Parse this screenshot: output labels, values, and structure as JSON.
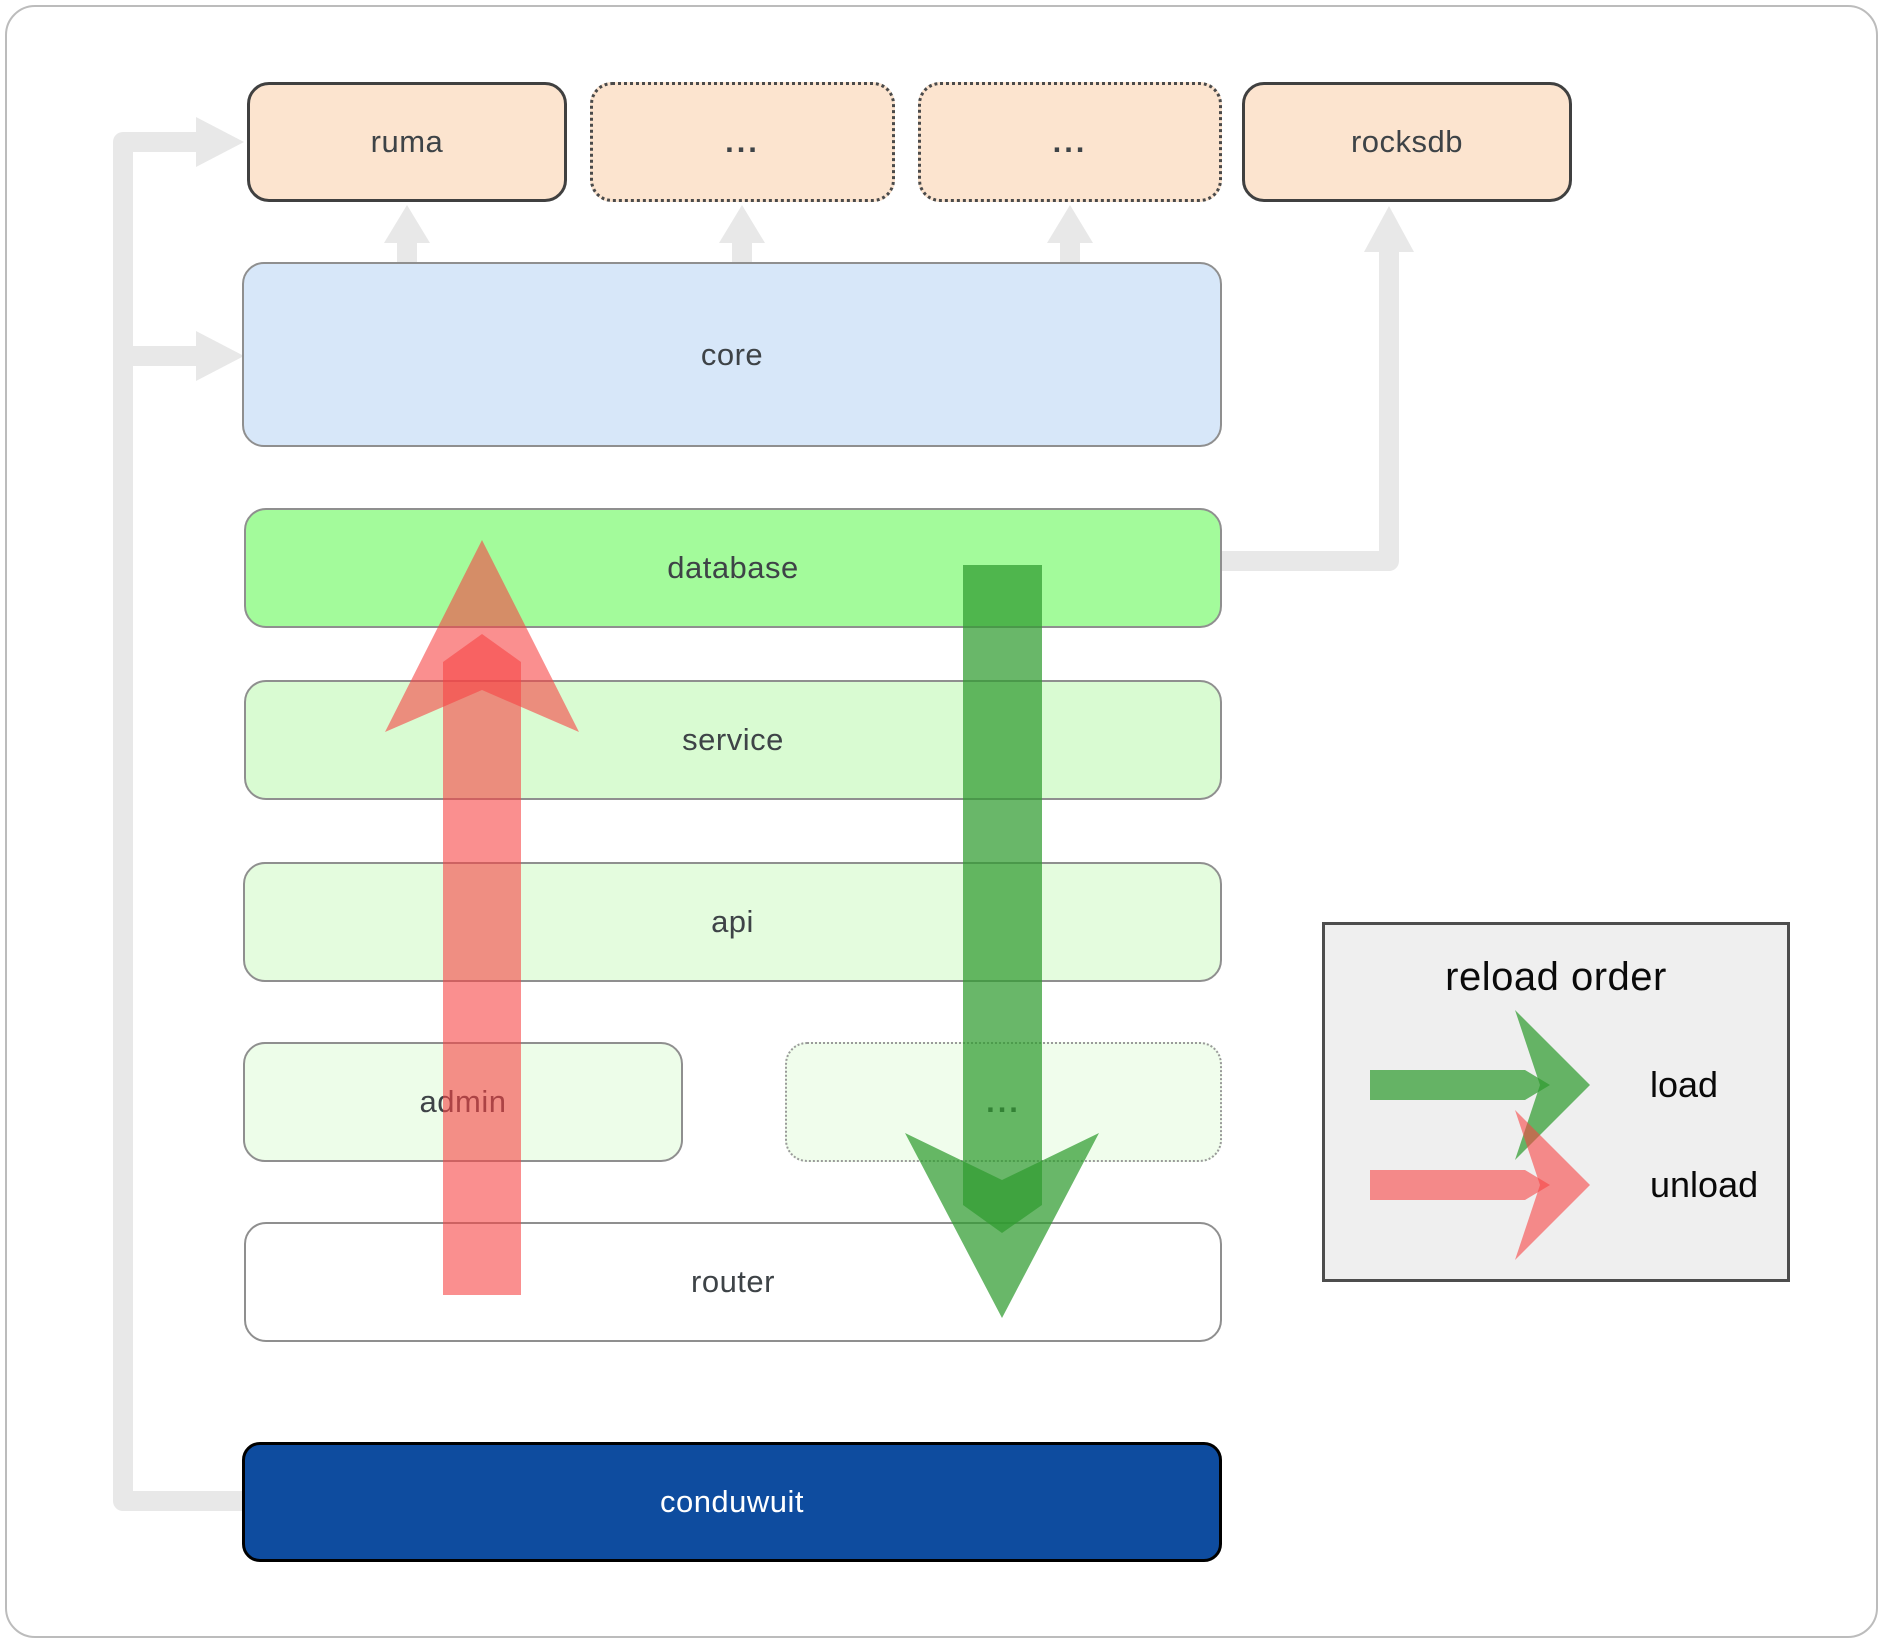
{
  "boxes": {
    "ruma": {
      "label": "ruma"
    },
    "ellipsis_top_1": {
      "label": "..."
    },
    "ellipsis_top_2": {
      "label": "..."
    },
    "rocksdb": {
      "label": "rocksdb"
    },
    "core": {
      "label": "core"
    },
    "database": {
      "label": "database"
    },
    "service": {
      "label": "service"
    },
    "api": {
      "label": "api"
    },
    "admin": {
      "label": "admin"
    },
    "ellipsis_admin_row": {
      "label": "..."
    },
    "router": {
      "label": "router"
    },
    "conduwuit": {
      "label": "conduwuit"
    }
  },
  "legend": {
    "title": "reload order",
    "load_label": "load",
    "unload_label": "unload"
  },
  "colors": {
    "load_arrow_green": "#2f9b2f",
    "unload_arrow_red": "#f64545",
    "connector_gray": "#e8e8e8",
    "conduwuit_blue": "#0e4c9f",
    "database_green": "#a3fb9b",
    "core_blue": "#d7e7f9",
    "module_peach": "#fce4cf",
    "legend_background": "#efefef"
  }
}
